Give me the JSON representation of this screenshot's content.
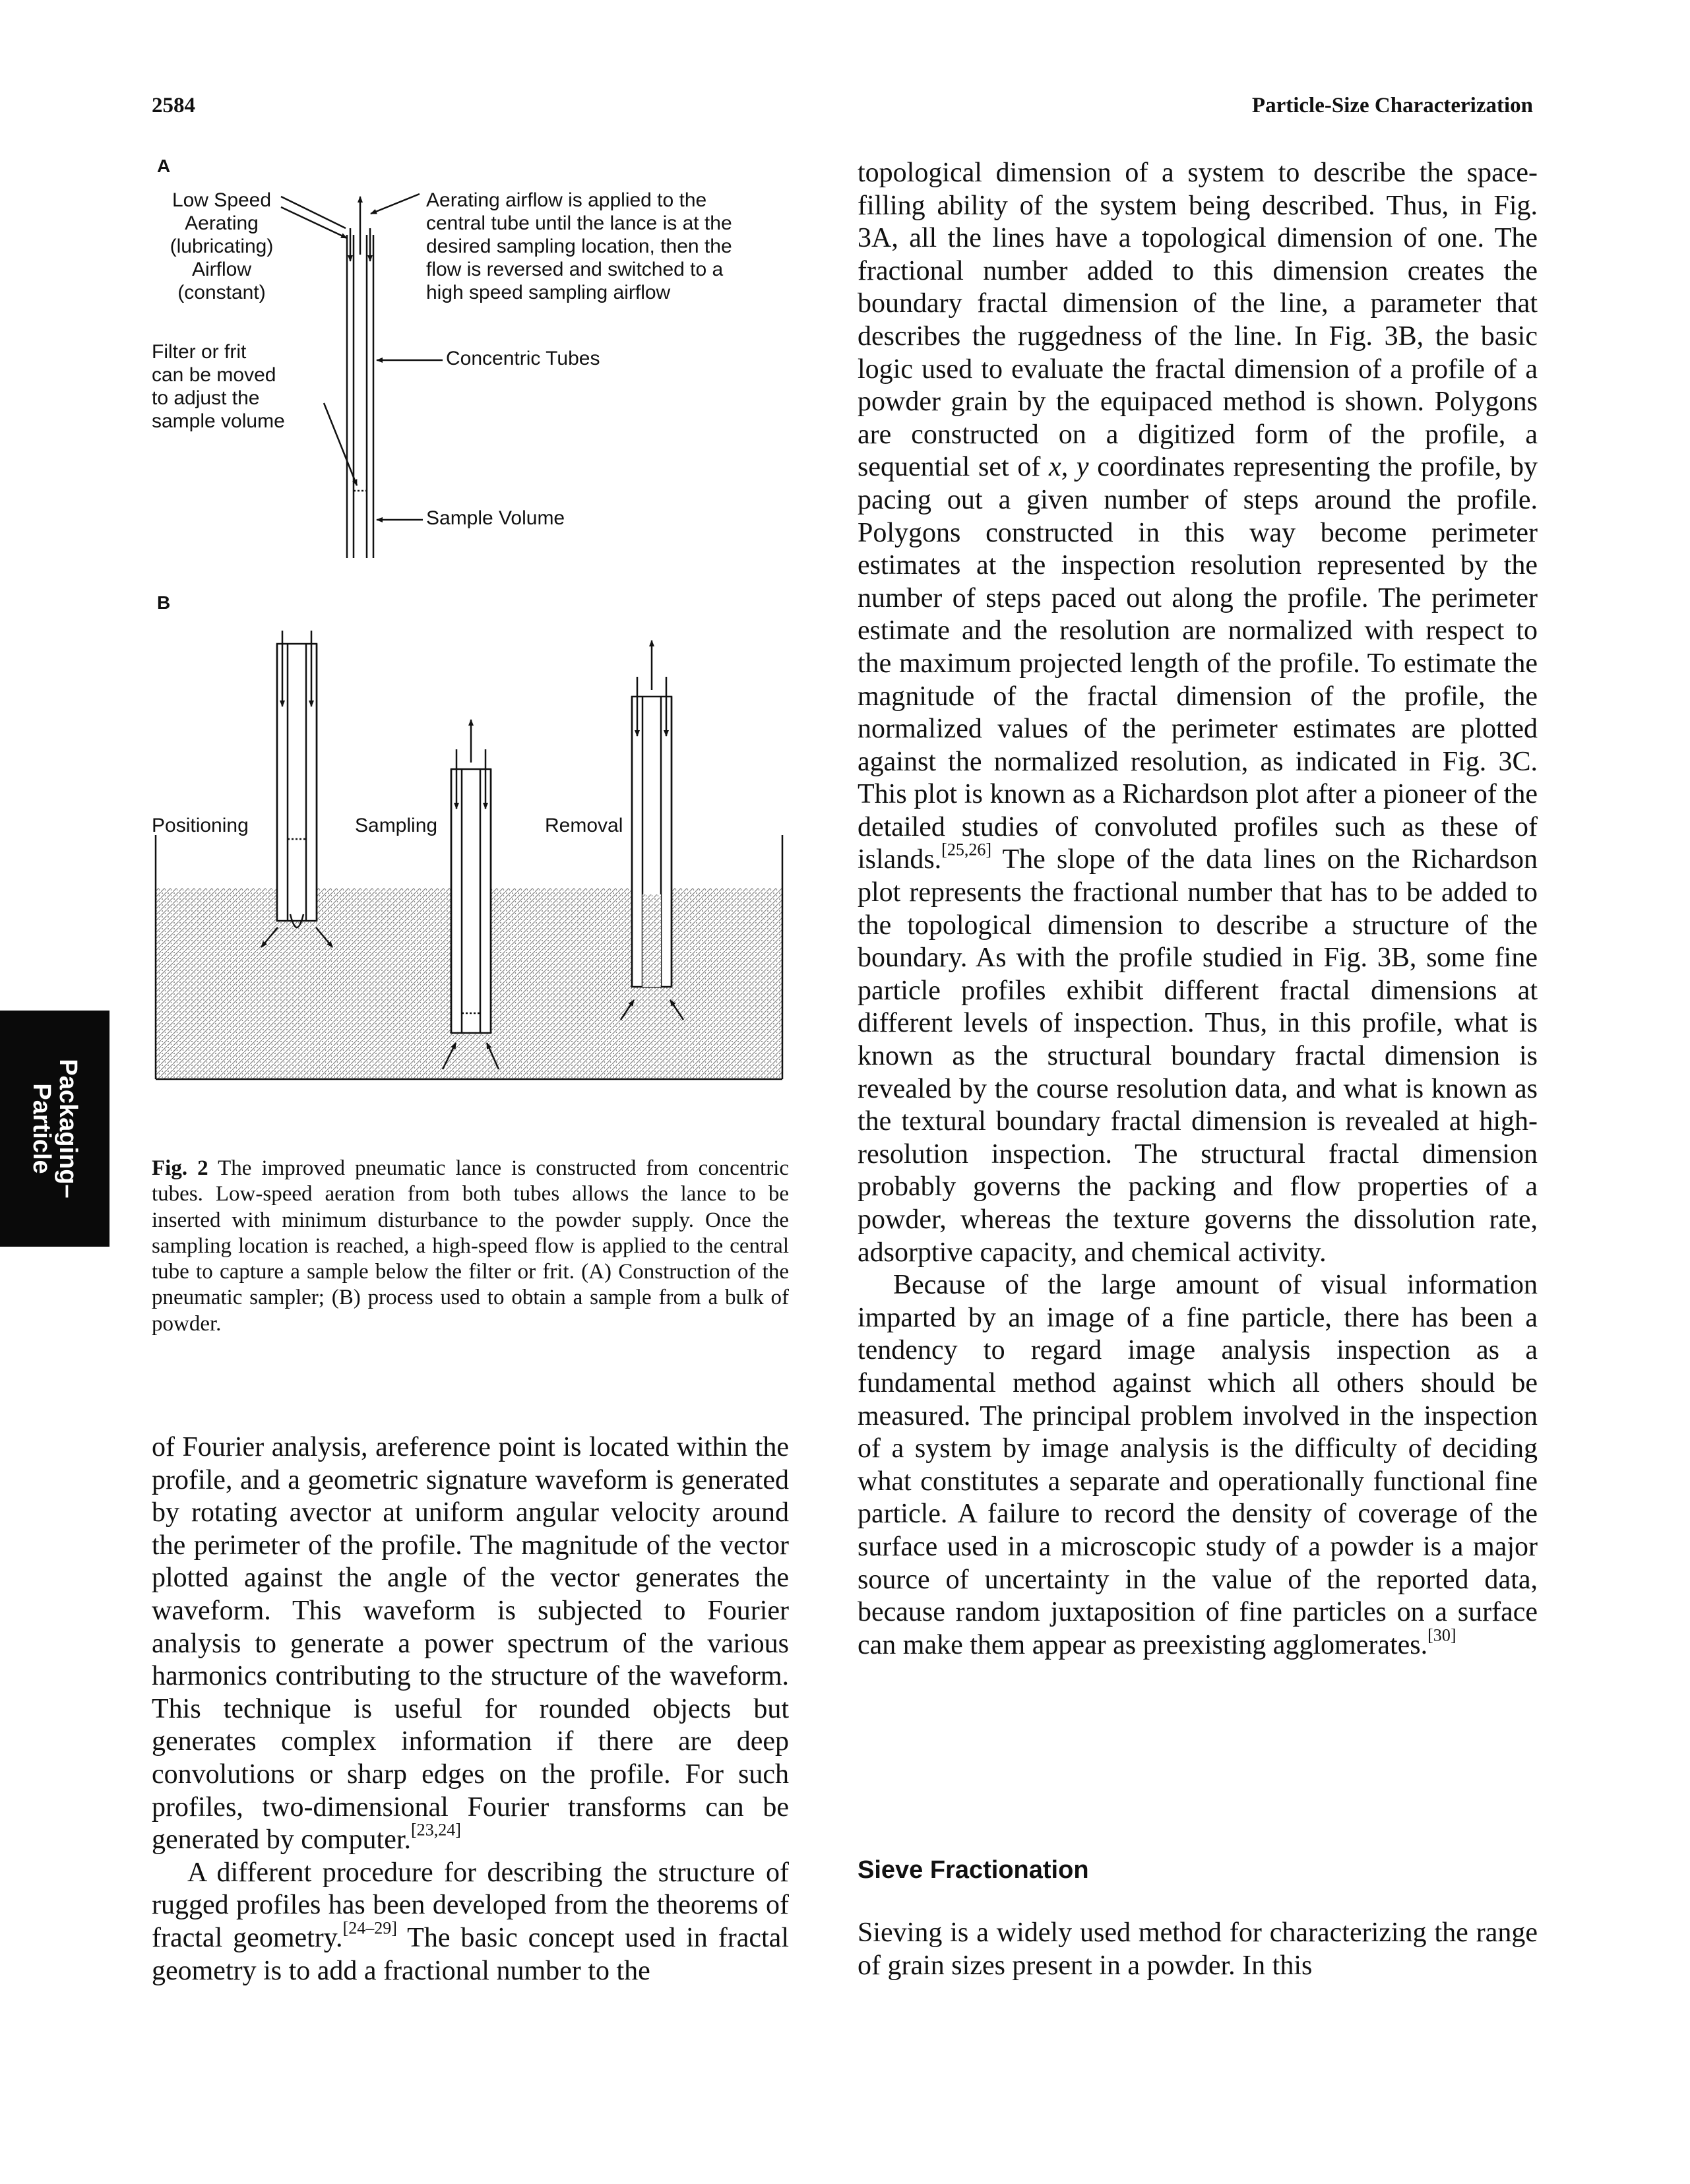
{
  "header": {
    "page_number": "2584",
    "running_title": "Particle-Size Characterization"
  },
  "side_tab": {
    "line1": "Packaging–",
    "line2": "Particle"
  },
  "figure": {
    "panel_a": {
      "letter": "A",
      "label_airflow": [
        "Low Speed",
        "Aerating",
        "(lubricating)",
        "Airflow",
        "(constant)"
      ],
      "label_filter": [
        "Filter or frit",
        "can be moved",
        "to adjust the",
        "sample volume"
      ],
      "label_aerating": [
        "Aerating airflow is applied to the",
        "central tube until the lance is at the",
        "desired sampling location, then the",
        "flow is reversed and switched to a",
        "high speed sampling airflow"
      ],
      "label_tubes": "Concentric Tubes",
      "label_volume": "Sample Volume"
    },
    "panel_b": {
      "letter": "B",
      "label_positioning": "Positioning",
      "label_sampling": "Sampling",
      "label_removal": "Removal"
    },
    "caption": {
      "number": "Fig. 2",
      "text": "The improved pneumatic lance is constructed from concentric tubes. Low-speed aeration from both tubes allows the lance to be inserted with minimum disturbance to the powder supply. Once the sampling location is reached, a high-speed flow is applied to the central tube to capture a sample below the filter or frit. (A) Construction of the pneumatic sampler; (B) process used to obtain a sample from a bulk of powder."
    }
  },
  "left_column": {
    "p1": "of Fourier analysis, areference point is located within the profile, and a geometric signature waveform is generated by rotating avector at uniform angular velocity around the perimeter of the profile. The magnitude of the vector plotted against the angle of the vector generates the waveform. This waveform is subjected to Fourier analysis to generate a power spectrum of the various harmonics contributing to the structure of the waveform. This technique is useful for rounded objects but generates complex information if there are deep convolutions or sharp edges on the profile. For such profiles, two-dimensional Fourier transforms can be generated by computer.",
    "p1_ref": "[23,24]",
    "p2_a": "A different procedure for describing the structure of rugged profiles has been developed from the theorems of fractal geometry.",
    "p2_ref": "[24–29]",
    "p2_b": " The basic concept used in fractal geometry is to add a fractional number to the"
  },
  "right_column": {
    "p1_a": "topological dimension of a system to describe the space-filling ability of the system being described. Thus, in Fig. 3A, all the lines have a topological dimension of one. The fractional number added to this dimension creates the boundary fractal dimension of the line, a parameter that describes the ruggedness of the line. In Fig. 3B, the basic logic used to evaluate the fractal dimension of a profile of a powder grain by the equipaced method is shown. Polygons are constructed on a digitized form of the profile, a sequential set of ",
    "p1_xy": "x, y",
    "p1_b": " coordinates representing the profile, by pacing out a given number of steps around the profile. Polygons constructed in this way become perimeter estimates at the inspection resolution represented by the number of steps paced out along the profile. The perimeter estimate and the resolution are normalized with respect to the maximum projected length of the profile. To estimate the magnitude of the fractal dimension of the profile, the normalized values of the perimeter estimates are plotted against the normalized resolution, as indicated in Fig. 3C. This plot is known as a Richardson plot after a pioneer of the detailed studies of convoluted profiles such as these of islands.",
    "p1_ref": "[25,26]",
    "p1_c": " The slope of the data lines on the Richardson plot represents the fractional number that has to be added to the topological dimension to describe a structure of the boundary. As with the profile studied in Fig. 3B, some fine particle profiles exhibit different fractal dimensions at different levels of inspection. Thus, in this profile, what is known as the structural boundary fractal dimension is revealed by the course resolution data, and what is known as the textural boundary fractal dimension is revealed at high-resolution inspection. The structural fractal dimension probably governs the packing and flow properties of a powder, whereas the texture governs the dissolution rate, adsorptive capacity, and chemical activity.",
    "p2": "Because of the large amount of visual information imparted by an image of a fine particle, there has been a tendency to regard image analysis inspection as a fundamental method against which all others should be measured. The principal problem involved in the inspection of a system by image analysis is the difficulty of deciding what constitutes a separate and operationally functional fine particle. A failure to record the density of coverage of the surface used in a microscopic study of a powder is a major source of uncertainty in the value of the reported data, because random juxtaposition of fine particles on a surface can make them appear as preexisting agglomerates.",
    "p2_ref": "[30]",
    "section_heading": "Sieve Fractionation",
    "p3": "Sieving is a widely used method for characterizing the range of grain sizes present in a powder. In this"
  }
}
